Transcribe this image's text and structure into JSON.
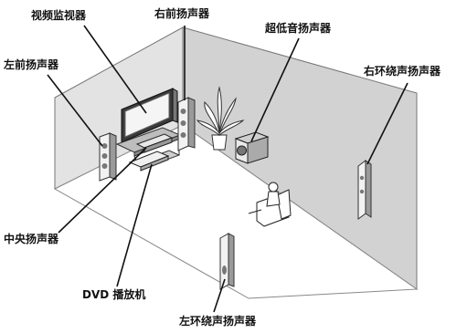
{
  "labels": {
    "monitor": "视频监视器",
    "front_left": "左前扬声器",
    "front_right": "右前扬声器",
    "subwoofer": "超低音扬声器",
    "surround_right": "右环绕声扬声器",
    "center": "中央扬声器",
    "dvd": "DVD 播放机",
    "surround_left": "左环绕声扬声器"
  },
  "colors": {
    "wall_back": "#e2e2e2",
    "wall_right": "#d0d0d0",
    "floor": "#ffffff",
    "edge": "#555555",
    "leader": "#111111"
  }
}
